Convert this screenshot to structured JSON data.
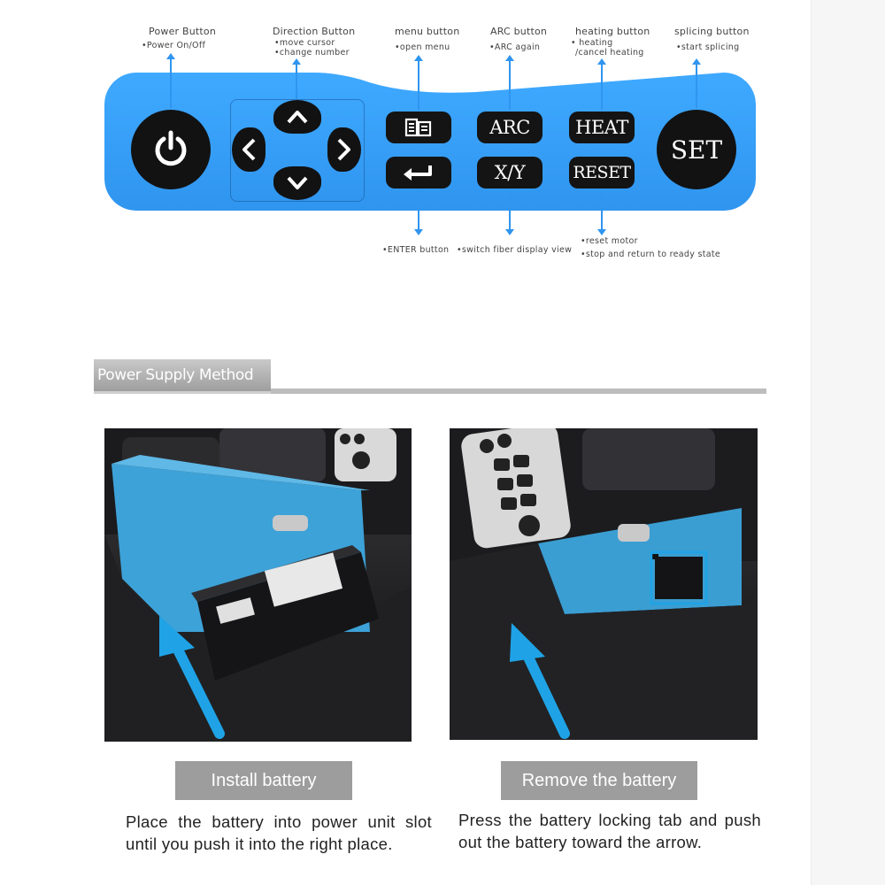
{
  "panel": {
    "callouts_top": [
      {
        "title": "Power Button",
        "desc": [
          "•Power On/Off"
        ]
      },
      {
        "title": "Direction Button",
        "desc": [
          "•move cursor",
          "•change number"
        ]
      },
      {
        "title": "menu button",
        "desc": [
          "•open menu"
        ]
      },
      {
        "title": "ARC button",
        "desc": [
          "•ARC again"
        ]
      },
      {
        "title": "heating button",
        "desc": [
          "• heating",
          "/cancel heating"
        ]
      },
      {
        "title": "splicing button",
        "desc": [
          "•start splicing"
        ]
      }
    ],
    "callouts_bottom": [
      {
        "desc": [
          "•ENTER button"
        ]
      },
      {
        "desc": [
          "•switch fiber display view"
        ]
      },
      {
        "desc": [
          "•reset motor",
          "•stop and return to ready state"
        ]
      }
    ],
    "buttons": {
      "arc": "ARC",
      "xy": "X/Y",
      "heat": "HEAT",
      "reset": "RESET",
      "set": "SET"
    },
    "colors": {
      "panel": "#3fa9ff",
      "button": "#141414",
      "arrow": "#2f95ef"
    }
  },
  "section": {
    "title": "Power Supply Method"
  },
  "steps": [
    {
      "caption": "Install battery",
      "text": "Place the battery into power unit slot until you push it into the right place."
    },
    {
      "caption": "Remove the battery",
      "text": "Press the battery locking tab and push out the battery toward the arrow."
    }
  ]
}
